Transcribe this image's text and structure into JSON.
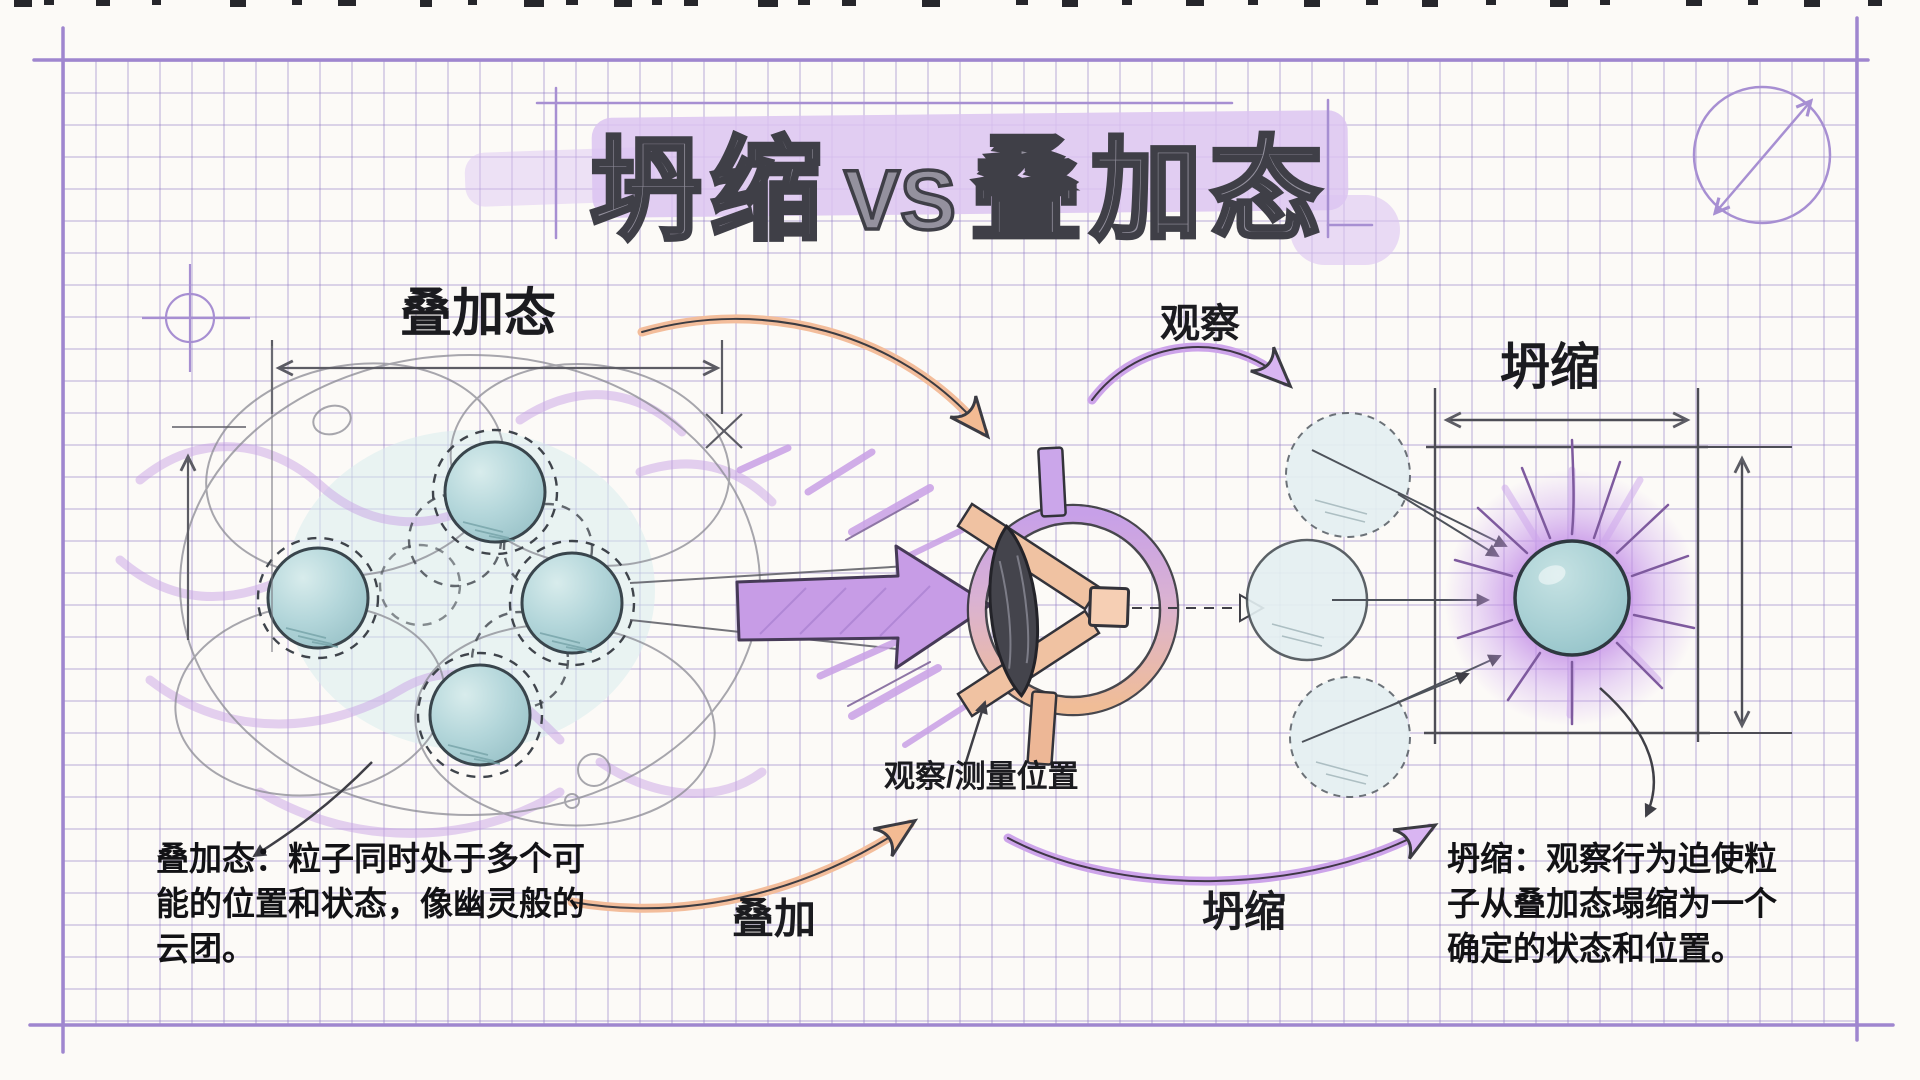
{
  "title": {
    "part_left": "坍缩",
    "part_vs": "VS",
    "part_right": "叠加态",
    "highlight_color": "#dcc4f1"
  },
  "superposition": {
    "heading": "叠加态",
    "arc_label": "叠加",
    "caption": "叠加态：粒子同时处于多个可\n能的位置和状态，像幽灵般的\n云团。",
    "particle_color": "#b3d6da",
    "particle_count_solid": 4
  },
  "observer": {
    "measure_label": "观察/测量位置",
    "observe_arc_label": "观察"
  },
  "collapse": {
    "heading": "坍缩",
    "arc_label": "坍缩",
    "caption": "坍缩：观察行为迫使粒\n子从叠加态塌缩为一个\n确定的状态和位置。",
    "glow_color": "#c18ae6"
  },
  "colors": {
    "frame": "#9f86cf",
    "grid": "#8b73c3",
    "purple_accent": "#c79ce6",
    "orange_accent": "#f3bb93",
    "teal_particle": "#b3d6da",
    "ink": "#1b1b1f",
    "pencil": "#8b8b94"
  }
}
